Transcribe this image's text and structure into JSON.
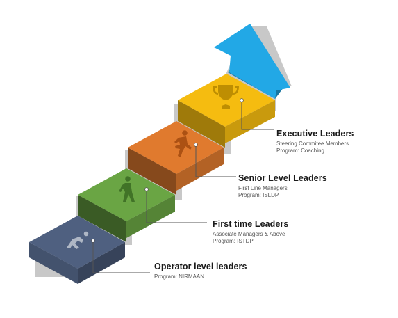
{
  "colors": {
    "step1": "#4f6080",
    "step2": "#6aa544",
    "step3": "#e07a2e",
    "step4": "#f5bc10",
    "arrow": "#22a8e6",
    "shadow": "#c8c8c8",
    "connector": "#555555"
  },
  "levels": [
    {
      "title": "Operator level leaders",
      "lines": [
        "Program: NIRMAAN"
      ],
      "icon": "crouching-start-icon"
    },
    {
      "title": "First time Leaders",
      "lines": [
        "Associate Managers & Above",
        "Program: ISTDP"
      ],
      "icon": "walking-person-icon"
    },
    {
      "title": "Senior Level Leaders",
      "lines": [
        "First Line Managers",
        "Program: ISLDP"
      ],
      "icon": "running-person-icon"
    },
    {
      "title": "Executive Leaders",
      "lines": [
        "Steering Commitee Members",
        "Program: Coaching"
      ],
      "icon": "trophy-icon"
    }
  ]
}
